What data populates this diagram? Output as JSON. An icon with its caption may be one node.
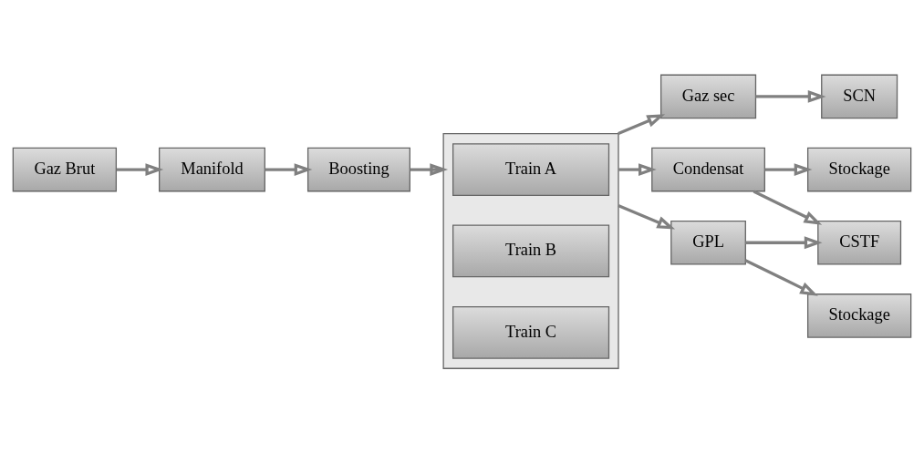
{
  "diagram": {
    "nodes": [
      {
        "text": [
          "Gaz Brut"
        ]
      },
      {
        "text": [
          "Manifold"
        ]
      },
      {
        "text": [
          "Boosting"
        ]
      },
      {
        "text": [],
        "shape": "box"
      },
      {
        "text": [
          "Train A"
        ],
        "in": 3
      },
      {
        "text": [
          "Train B"
        ],
        "in": 3
      },
      {
        "text": [
          "Train C"
        ],
        "in": 3
      },
      {
        "text": [
          "Gaz sec"
        ]
      },
      {
        "text": [
          "SCN"
        ]
      },
      {
        "text": [
          "Condensat"
        ]
      },
      {
        "text": [
          "Stockage"
        ]
      },
      {
        "text": [
          "CSTF"
        ]
      },
      {
        "text": [
          "GPL"
        ]
      },
      {
        "text": [
          "Stockage"
        ]
      }
    ],
    "edges": [
      {
        "from": 0,
        "to": 1,
        "arrow": "to"
      },
      {
        "from": 1,
        "to": 2,
        "arrow": "to"
      },
      {
        "from": 2,
        "to": 3,
        "arrow": "to"
      },
      {
        "from": 3,
        "to": 7,
        "arrow": "to"
      },
      {
        "from": 3,
        "to": 9,
        "arrow": "to"
      },
      {
        "from": 3,
        "to": 12,
        "arrow": "to"
      },
      {
        "from": 7,
        "to": 8,
        "arrow": "to"
      },
      {
        "from": 9,
        "to": 10,
        "arrow": "to"
      },
      {
        "from": 9,
        "to": 11,
        "arrow": "to"
      },
      {
        "from": 12,
        "to": 11,
        "arrow": "to"
      },
      {
        "from": 12,
        "to": 13,
        "arrow": "to"
      }
    ]
  }
}
